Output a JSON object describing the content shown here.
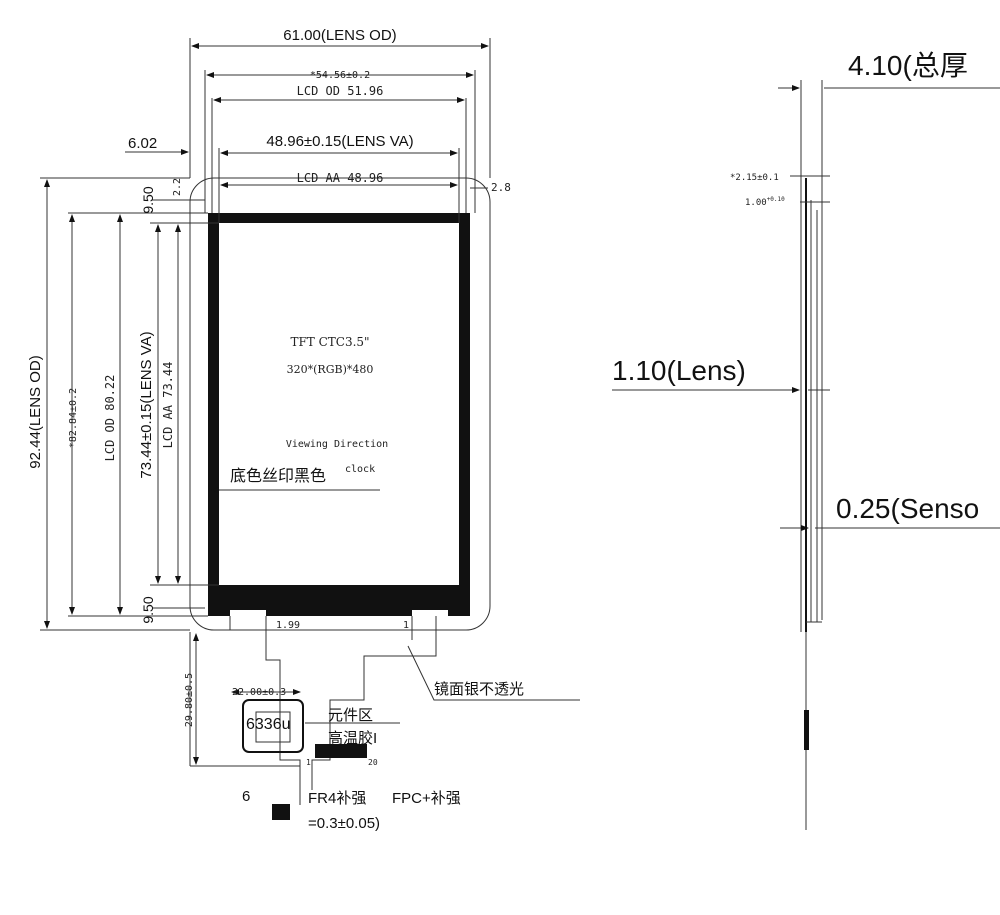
{
  "front_view": {
    "lens_od_width": "61.00(LENS OD)",
    "lcd_od_tolerance": "*54.56±0.2",
    "lcd_od_width": "LCD OD 51.96",
    "lens_va_width": "48.96±0.15(LENS VA)",
    "lcd_aa_width": "LCD AA 48.96",
    "left_offset": "6.02",
    "corner_offset": "2.2",
    "corner_radius": "2.8",
    "top_border": "9.50",
    "bottom_border": "9.50",
    "lens_od_height": "92.44(LENS OD)",
    "height_tolerance": "*82.84±0.2",
    "lcd_od_height": "LCD OD 80.22",
    "lens_va_height": "73.44±0.15(LENS VA)",
    "lcd_aa_height": "LCD AA 73.44",
    "panel_type": "TFT CTC3.5\"",
    "resolution": "320*(RGB)*480",
    "viewing_direction": "Viewing Direction",
    "viewing_clock": "clock",
    "bg_print_label": "底色丝印黑色",
    "pin_start": "1",
    "pin_end": "1",
    "pin_label_top": "1.99",
    "mirror_silver_label": "镜面银不透光",
    "fpc_width": "22.00±0.3",
    "fpc_length": "29.80±0.5",
    "ic_label": "6336u",
    "component_area": "元件区",
    "tape_label": "高温胶I",
    "fpc_pin_1": "1",
    "fpc_pin_20": "20",
    "fpc_tail_num": "6",
    "fr4_label": "FR4补强",
    "fpc_stiffener": "FPC+补强",
    "fr4_thickness": "=0.3±0.05)"
  },
  "side_view": {
    "total_thickness": "4.10(总厚",
    "small_dim_1": "*2.15±0.1",
    "small_dim_2": "1.00",
    "small_dim_2_sup": "+0.10",
    "lens_thickness": "1.10(Lens)",
    "sensor_thickness": "0.25(Senso"
  }
}
